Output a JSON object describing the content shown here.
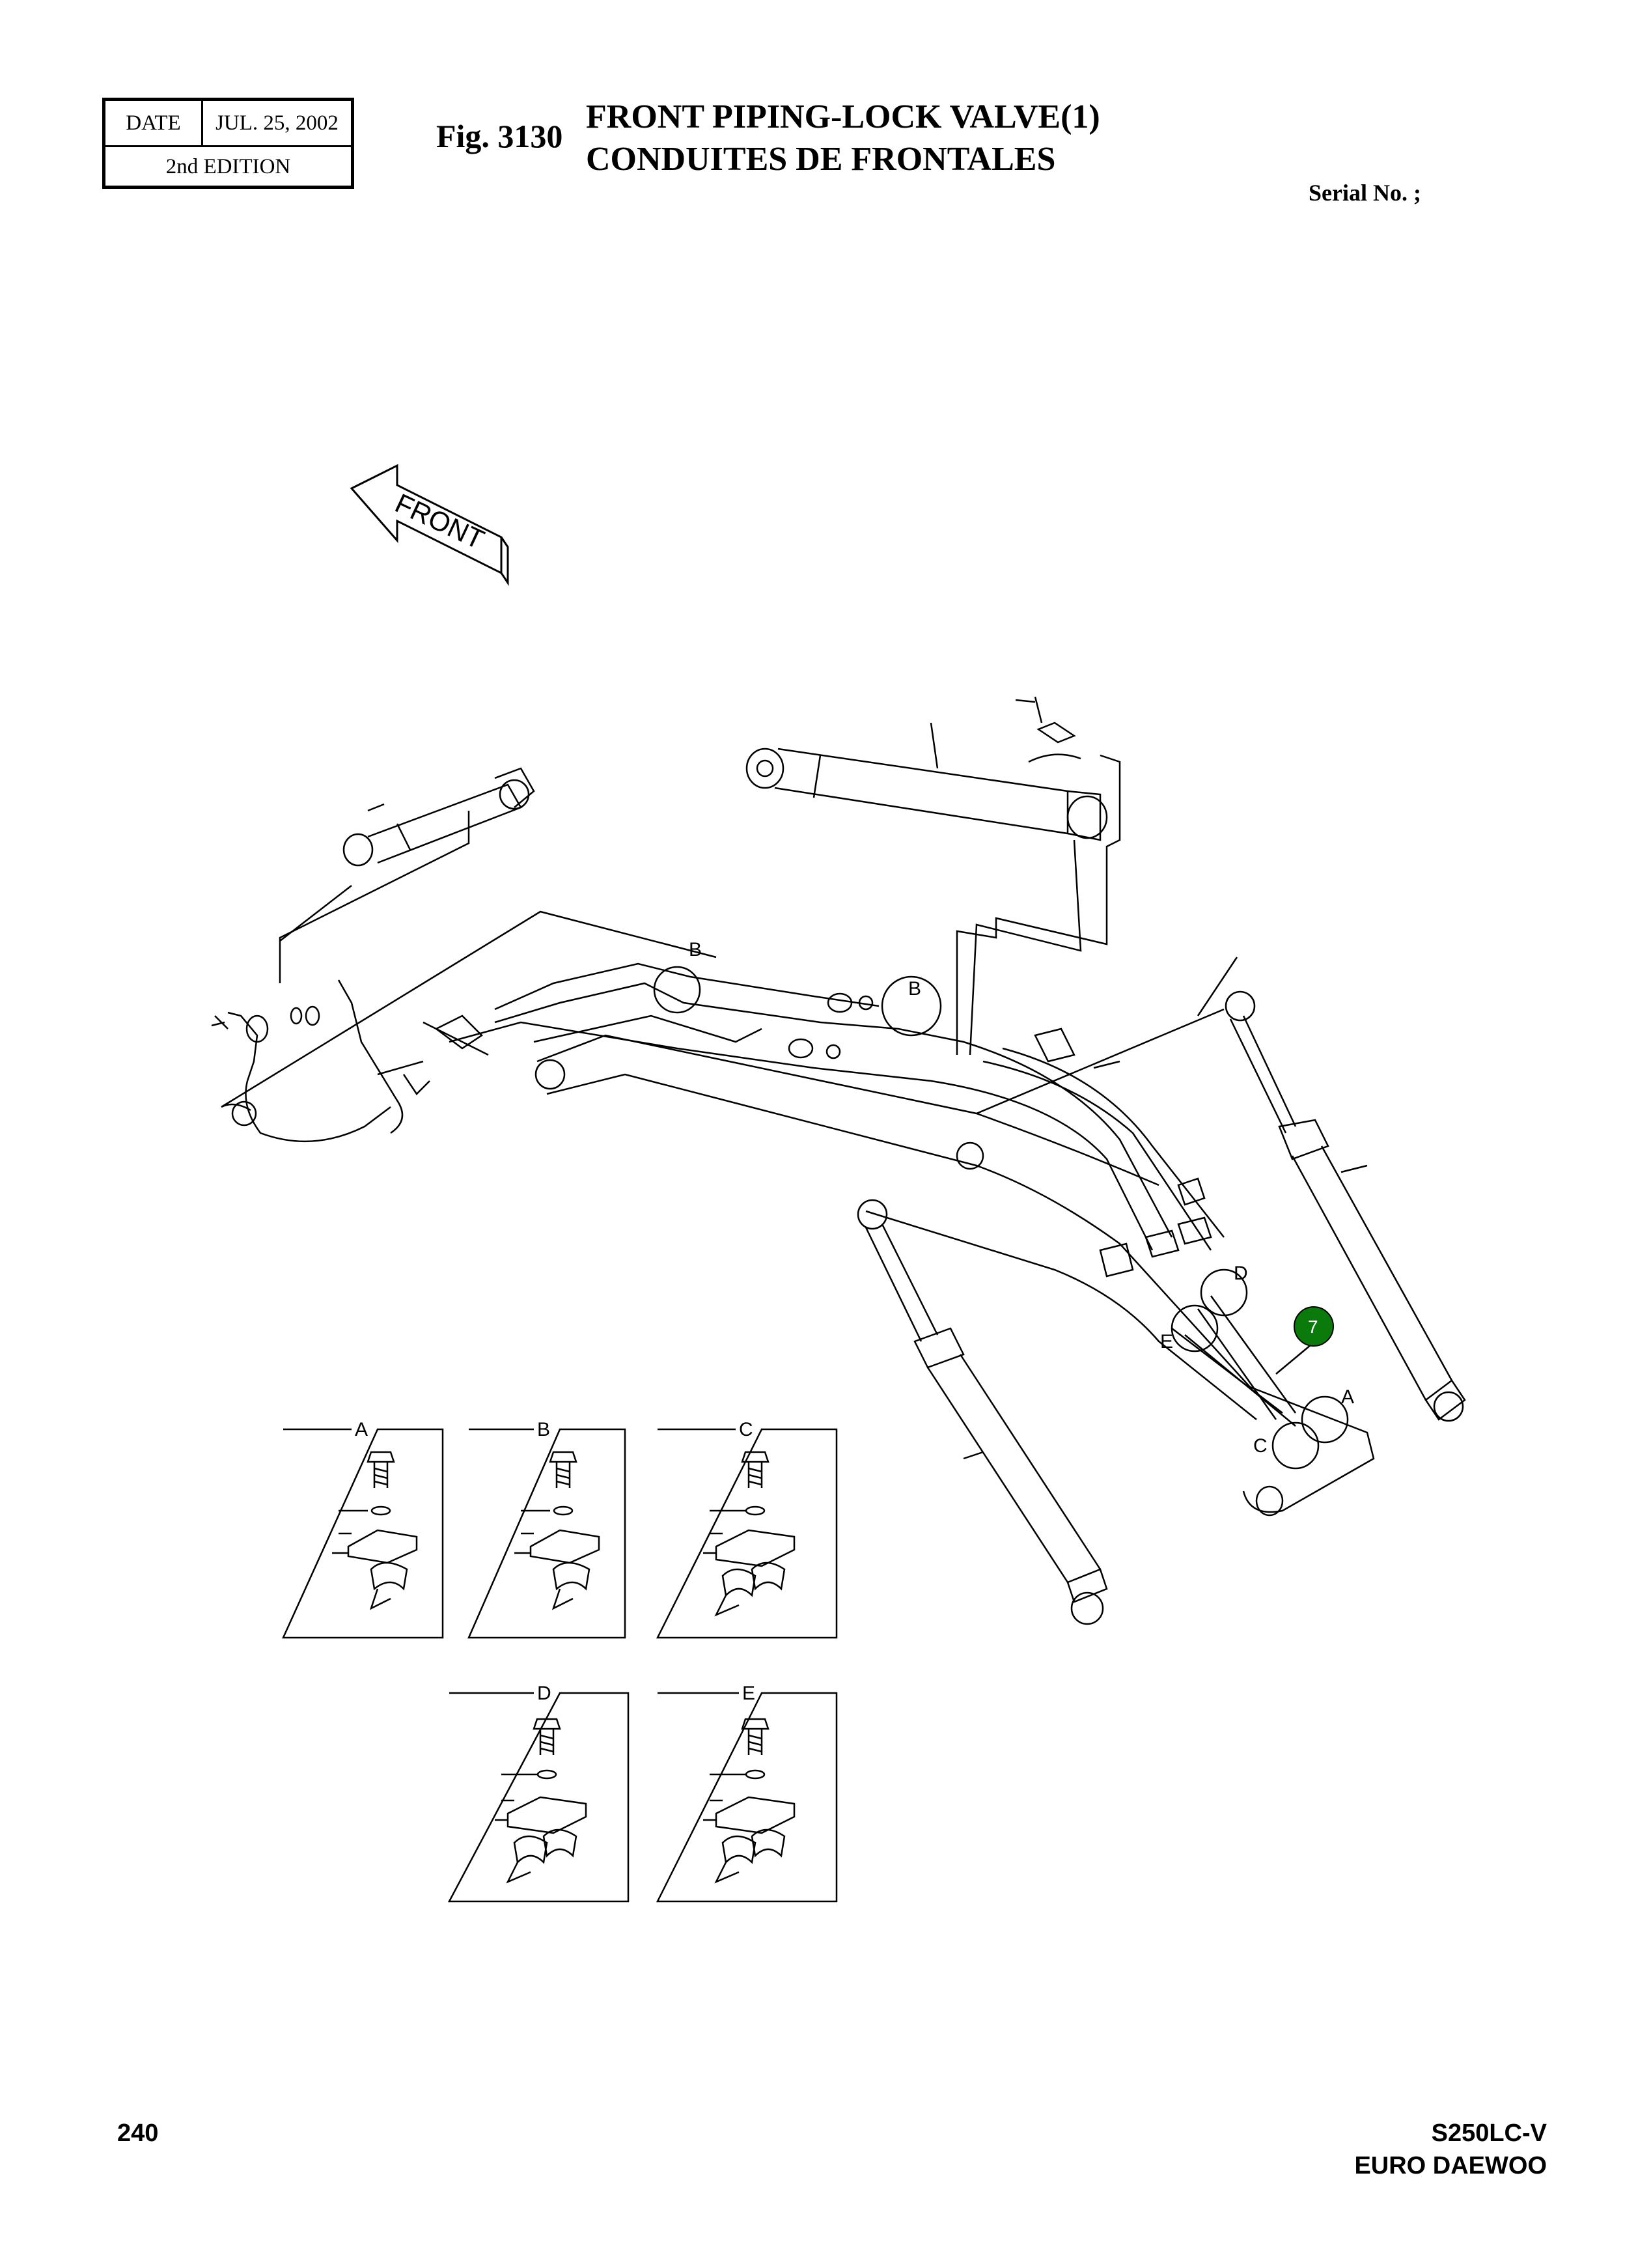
{
  "header": {
    "date_label": "DATE",
    "date_value": "JUL. 25, 2002",
    "edition": "2nd  EDITION",
    "fig_number": "Fig. 3130",
    "title_en": "FRONT PIPING-LOCK VALVE(1)",
    "title_fr": "CONDUITES DE FRONTALES",
    "serial": "Serial No. ;"
  },
  "drawing": {
    "front_arrow_label": "FRONT",
    "detail_tags": [
      "B",
      "B",
      "D",
      "E",
      "A",
      "C"
    ],
    "callout": "7",
    "callout_color": "#0a7a0a"
  },
  "details": [
    {
      "label": "A"
    },
    {
      "label": "B"
    },
    {
      "label": "C"
    },
    {
      "label": "D"
    },
    {
      "label": "E"
    }
  ],
  "footer": {
    "page": "240",
    "model": "S250LC-V",
    "brand": "EURO DAEWOO"
  }
}
